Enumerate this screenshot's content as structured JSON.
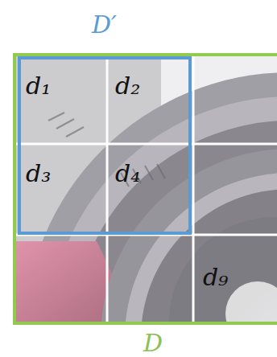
{
  "diagram": {
    "nodes": [
      {
        "text": [
          "D"
        ]
      },
      {
        "text": [
          "D′"
        ],
        "in": 0
      },
      {
        "text": [
          "d₁"
        ],
        "in": 1
      },
      {
        "text": [
          "d₂"
        ],
        "in": 1
      },
      {
        "text": [
          "d₃"
        ],
        "in": 1
      },
      {
        "text": [
          "d₄"
        ],
        "in": 1
      },
      {
        "text": [
          "d₉"
        ],
        "in": 0
      }
    ]
  }
}
